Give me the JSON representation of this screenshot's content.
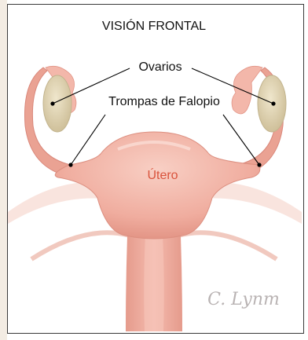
{
  "figure": {
    "title": "VISIÓN FRONTAL",
    "labels": {
      "ovaries": "Ovarios",
      "fallopian_tubes": "Trompas de Falopio",
      "uterus": "Útero"
    },
    "signature": "C. Lynm"
  },
  "colors": {
    "uterus_fill": "#f2b4a8",
    "uterus_shade": "#e49a8c",
    "ovary_fill": "#e3d7b5",
    "uterus_label": "#d9533c",
    "leader_line": "#000000",
    "signature": "#b9b3b3",
    "frame_border": "#3a3a3a"
  }
}
